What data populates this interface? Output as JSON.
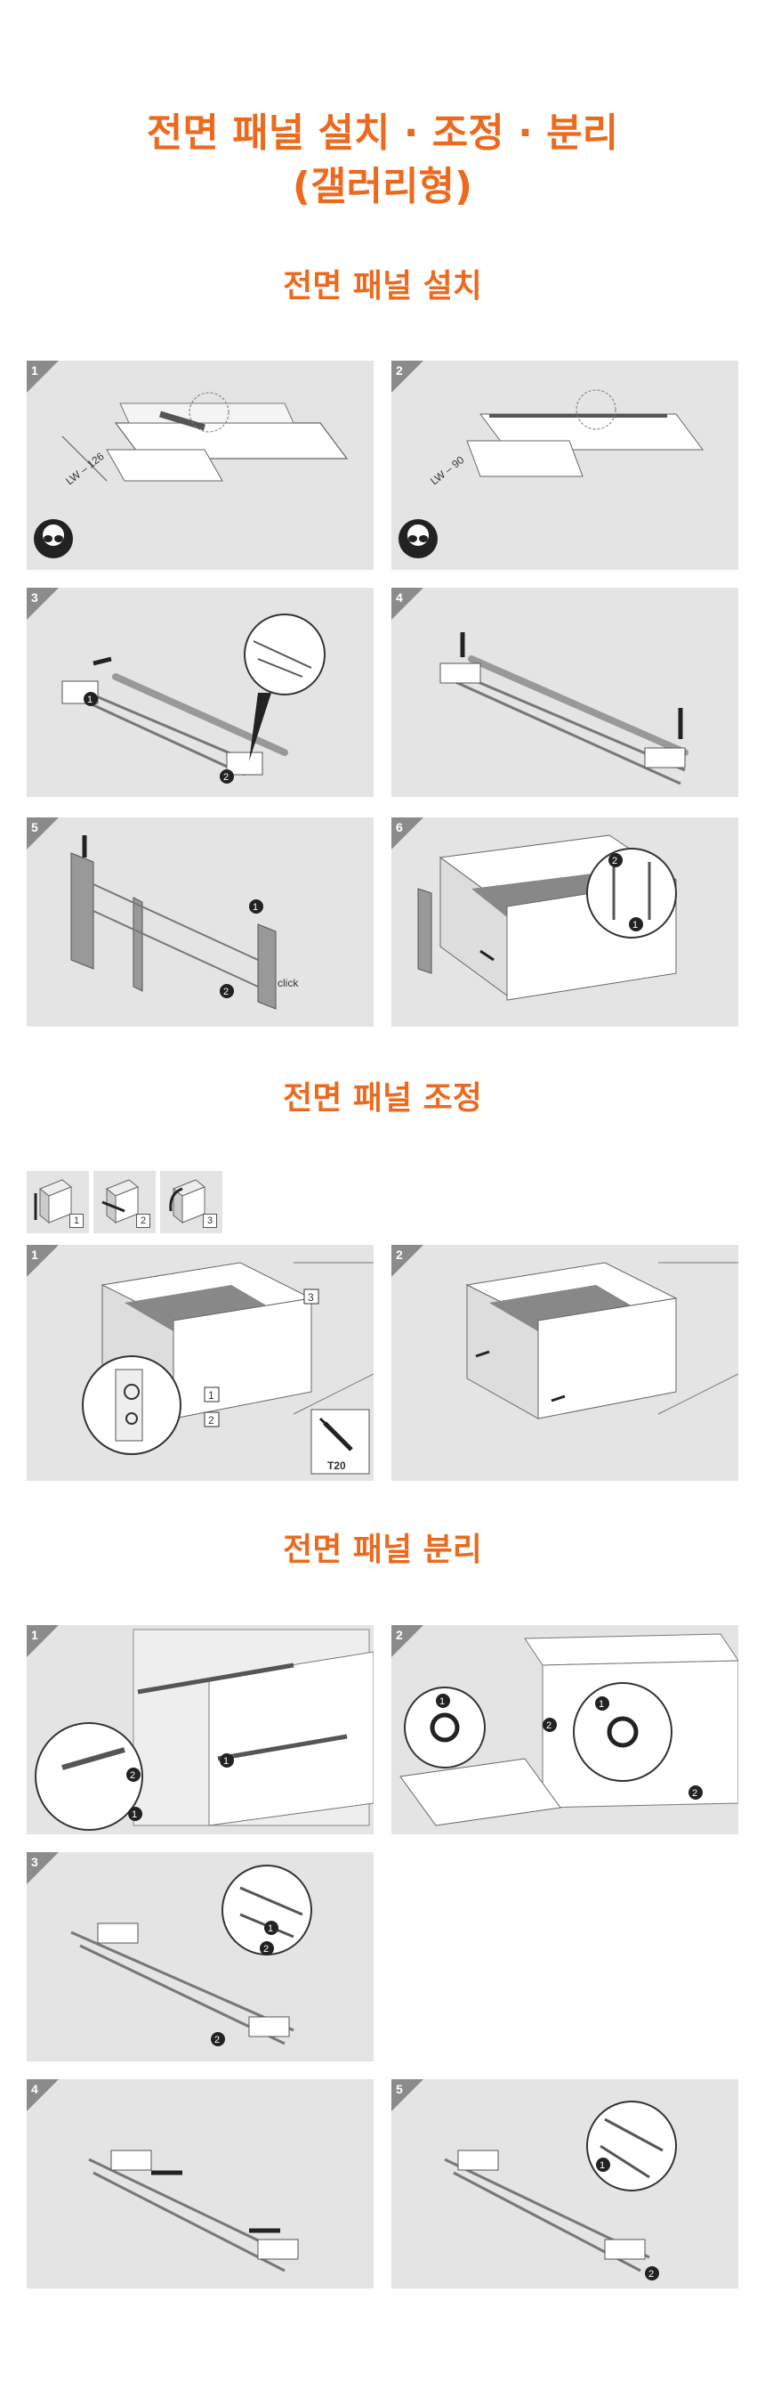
{
  "page": {
    "title_line1": "전면 패널 설치 · 조정 · 분리",
    "title_line2": "(갤러리형)"
  },
  "sections": {
    "install": {
      "title": "전면 패널 설치",
      "steps": [
        "1",
        "2",
        "3",
        "4",
        "5",
        "6"
      ]
    },
    "adjust": {
      "title": "전면 패널 조정",
      "modes": [
        "1",
        "2",
        "3"
      ],
      "steps": [
        "1",
        "2"
      ]
    },
    "remove": {
      "title": "전면 패널 분리",
      "steps": [
        "1",
        "2",
        "3",
        "4",
        "5"
      ]
    }
  },
  "labels": {
    "lw126": "LW – 126",
    "lw90": "LW – 90",
    "click": "click",
    "t20": "T20",
    "callout1": "1",
    "callout2": "2",
    "callout3": "3",
    "badge1": "❶",
    "badge2": "❷"
  },
  "icons": [
    "safety-goggles-icon",
    "arrow-icon",
    "screwdriver-icon"
  ],
  "colors": {
    "accent": "#ec6a1e",
    "panel_bg": "#e4e4e4",
    "line": "#555555"
  }
}
